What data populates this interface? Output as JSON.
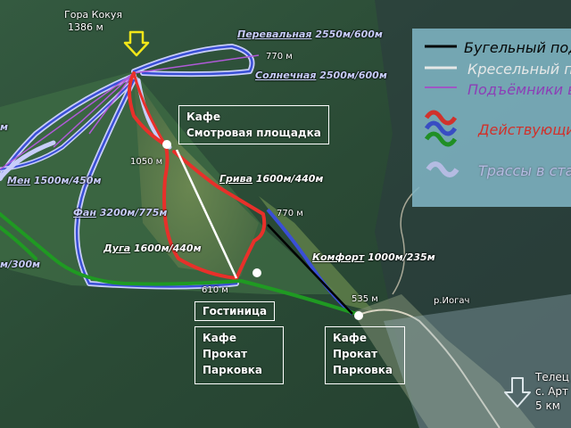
{
  "peak": {
    "name": "Гора Кокуя",
    "height": "1386 м"
  },
  "trails": [
    {
      "name": "Перевальная",
      "spec": "2550м/600м",
      "status": "stadia"
    },
    {
      "name": "Солнечная",
      "spec": "2500м/600м",
      "status": "stadia"
    },
    {
      "name": "Мен",
      "spec": "1500м/450м",
      "status": "stadia"
    },
    {
      "name": "Фан",
      "spec": "3200м/775м",
      "status": "stadia"
    },
    {
      "name": "Грива",
      "spec": "1600м/440м",
      "status": "active"
    },
    {
      "name": "Дуга",
      "spec": "1600м/440м",
      "status": "active"
    },
    {
      "name": "Комфорт",
      "spec": "1000м/235м",
      "status": "active"
    }
  ],
  "trail_fragments": {
    "left_top": "м",
    "left_bottom": "м/300м"
  },
  "elevations": {
    "top_station": "1050 м",
    "pass_right": "770 м",
    "comfort_top": "770 м",
    "base": "610 м",
    "lower_base": "535 м"
  },
  "river": "р.Иогач",
  "boxes": {
    "summit": [
      "Кафе",
      "Смотровая площадка"
    ],
    "hotel": [
      "Гостиница"
    ],
    "base_services": [
      "Кафе",
      "Прокат",
      "Парковка"
    ],
    "lower_services": [
      "Кафе",
      "Прокат",
      "Парковка"
    ]
  },
  "legend": {
    "drag_lift": "Бугельный подъё",
    "chair_lift": "Кресельный подъ",
    "lifts_planned": "Подъёмники в ст",
    "active_trails": "Действующие т",
    "planned_trails": "Трассы в стади"
  },
  "bottom_right": {
    "line1": "Телец",
    "line2": "с. Арт",
    "line3": "5 км"
  },
  "colors": {
    "drag_lift": "#000000",
    "chair_lift": "#ffffff",
    "lift_planned": "#b05ad8",
    "trail_red": "#e8302a",
    "trail_blue": "#3a4fd6",
    "trail_green": "#1f9a22",
    "trail_planned": "#c8cdfa",
    "arrow_yellow": "#f2e619",
    "legend_bg": "#7fb4c3"
  }
}
